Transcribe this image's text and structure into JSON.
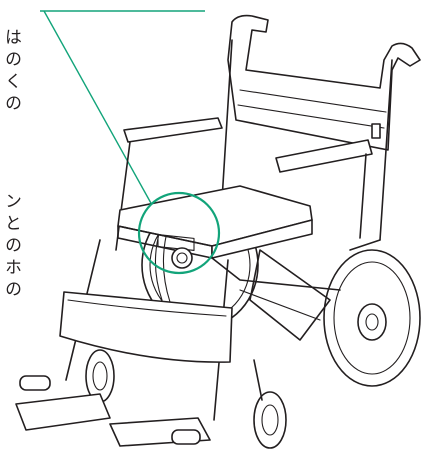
{
  "annotation": {
    "text_fragment_1": "はのくの",
    "text_fragment_2": "ンとのホの"
  },
  "colors": {
    "accent": "#12a47a",
    "ink": "#231f20"
  },
  "icons": [
    "wheelchair-illustration",
    "callout-circle",
    "callout-leader-line"
  ]
}
